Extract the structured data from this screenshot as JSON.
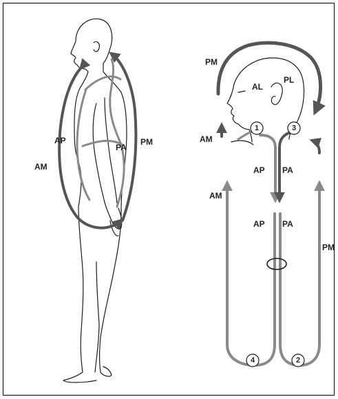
{
  "colors": {
    "outline": "#1a1a1a",
    "meridian_dark": "#555555",
    "meridian_light": "#8a8a8a",
    "text": "#222222"
  },
  "left_figure": {
    "labels": {
      "am": "AM",
      "ap": "AP",
      "pa": "PA",
      "pm": "PM"
    }
  },
  "right_diagram": {
    "labels": {
      "pm_top": "PM",
      "al": "AL",
      "pl": "PL",
      "am_face": "AM",
      "ap_upper": "AP",
      "pa_upper": "PA",
      "am_side": "AM",
      "ap_lower": "AP",
      "pa_lower": "PA",
      "pm_side": "PM"
    },
    "points": {
      "p1": "1",
      "p2": "2",
      "p3": "3",
      "p4": "4"
    }
  }
}
